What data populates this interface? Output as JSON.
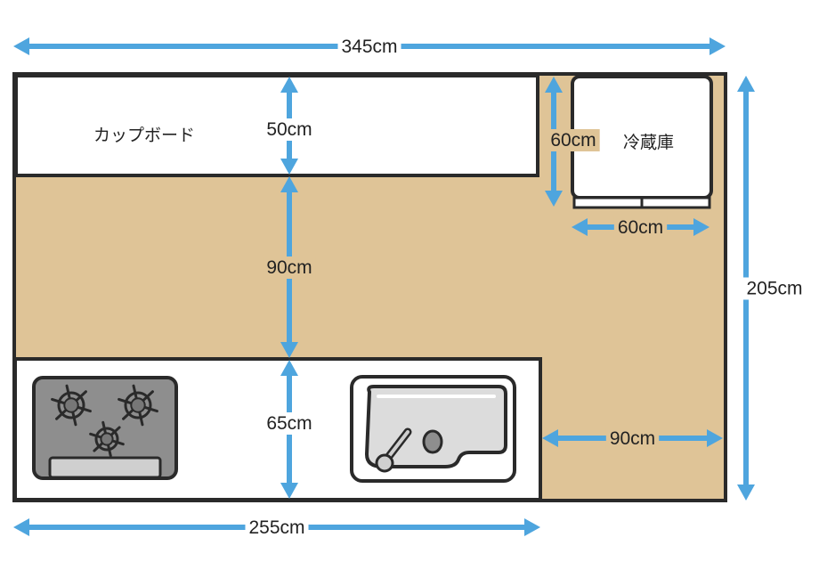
{
  "colors": {
    "floor": "#dfc497",
    "arrow": "#4ea5de",
    "outline": "#2a2a2a",
    "furniture": "#ffffff",
    "stove": "#8e8e8e",
    "sink": "#d9d9d9"
  },
  "labels": {
    "cupboard": "カップボード",
    "fridge": "冷蔵庫"
  },
  "dimensions": {
    "total_width": "345cm",
    "counter_width": "255cm",
    "total_depth": "205cm",
    "cupboard_depth": "50cm",
    "aisle_width": "90cm",
    "counter_depth": "65cm",
    "fridge_depth": "60cm",
    "fridge_width": "60cm",
    "side_aisle_width": "90cm"
  },
  "icons": [
    "gas-stove-icon",
    "sink-icon"
  ]
}
